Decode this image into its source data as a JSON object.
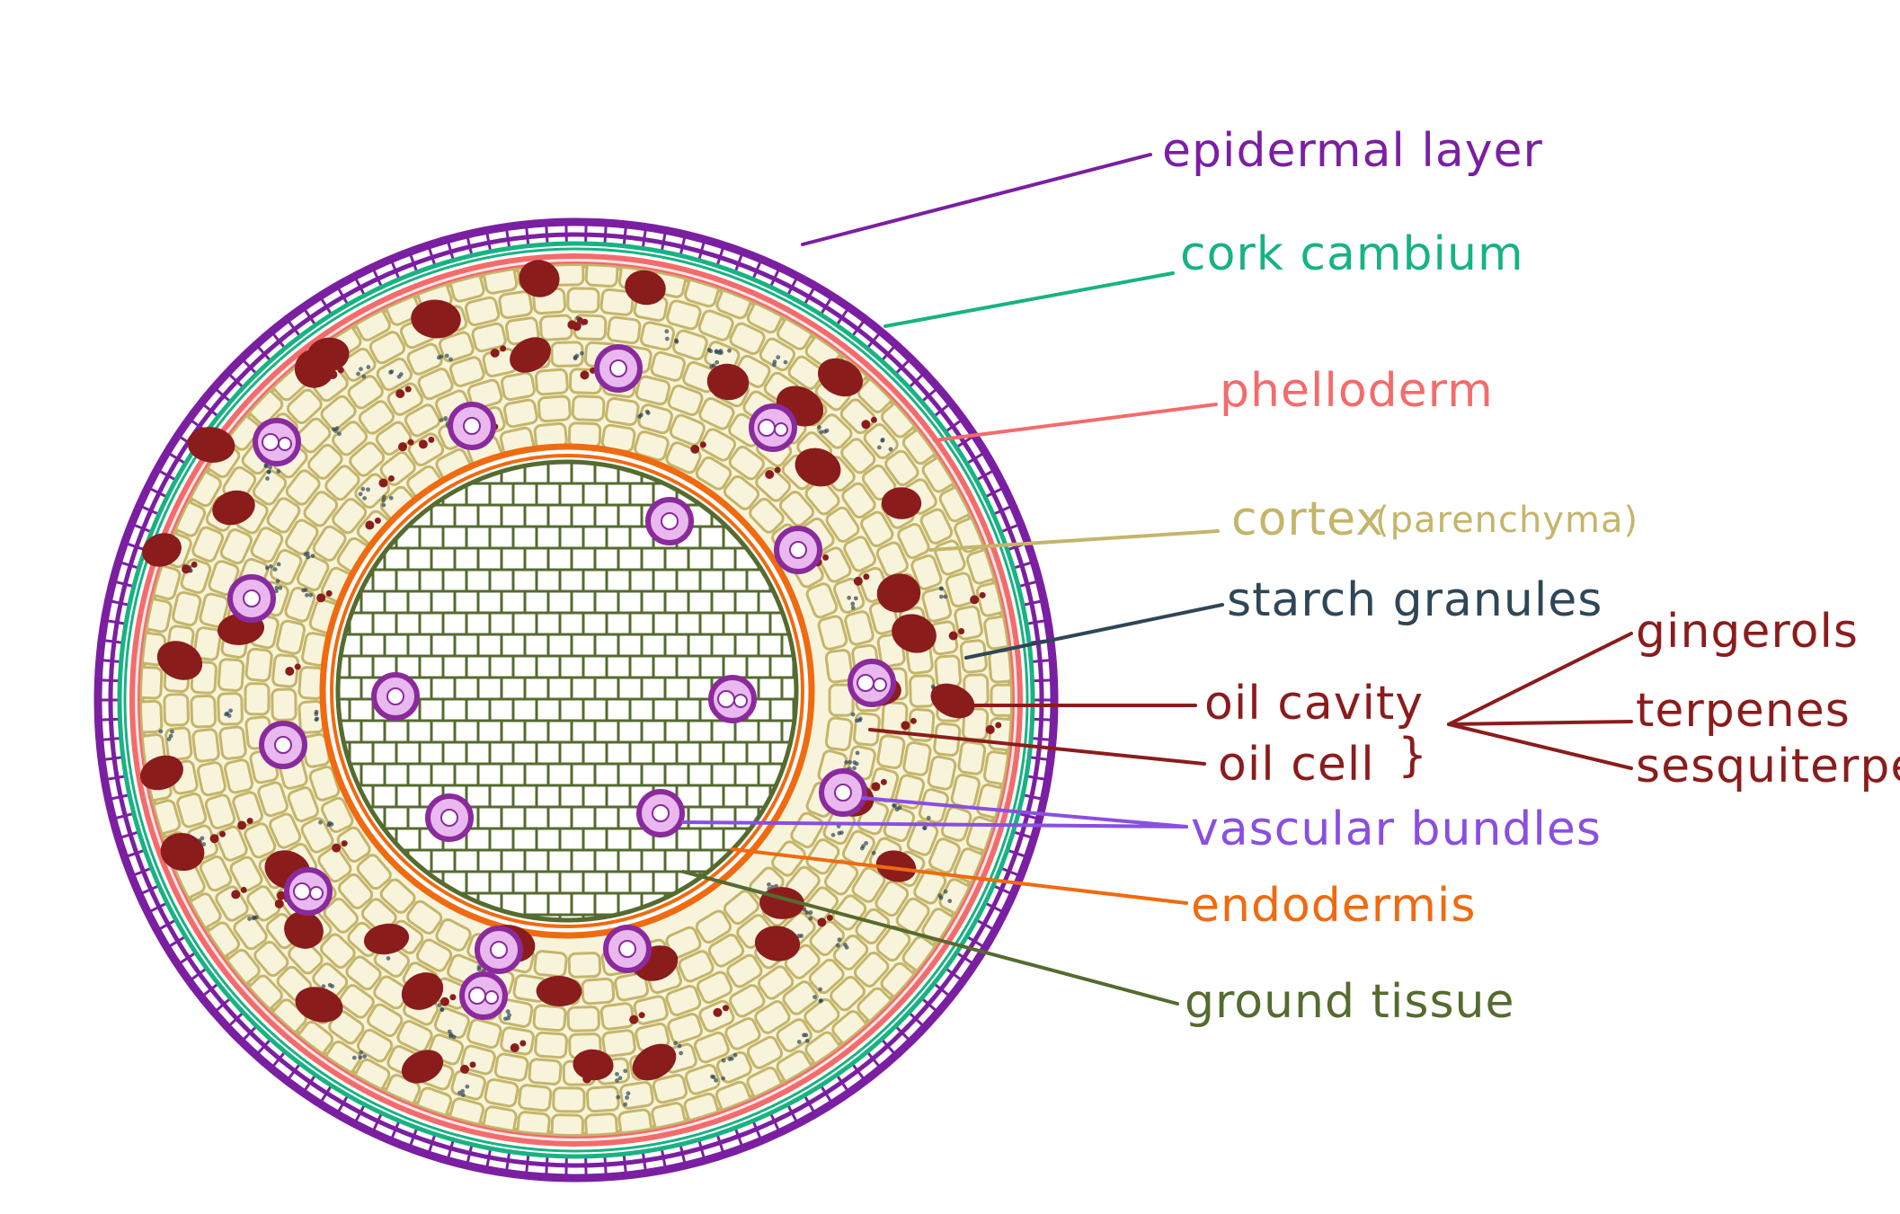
{
  "colors": {
    "epidermis": "#7b1fa2",
    "cork_cambium": "#17b382",
    "phelloderm": "#f46b6b",
    "cortex": "#c4b56a",
    "cortex_fill": "#f8f4dc",
    "starch": "#2f4656",
    "oil": "#8b1c1c",
    "vascular": "#8a2a9c",
    "vascular_label": "#8a4fe0",
    "endodermis": "#f06a10",
    "ground": "#556b2f"
  },
  "labels": {
    "epidermal_layer": "epidermal layer",
    "cork_cambium": "cork cambium",
    "phelloderm": "phelloderm",
    "cortex": "cortex",
    "parenchyma": "(parenchyma)",
    "starch_granules": "starch granules",
    "oil_cavity": "oil cavity",
    "oil_cell": "oil cell",
    "bracket": "}",
    "gingerols": "gingerols",
    "terpenes": "terpenes",
    "sesquiterpenes": "sesquiterpenes",
    "vascular_bundles": "vascular bundles",
    "endodermis": "endodermis",
    "ground_tissue": "ground tissue"
  }
}
